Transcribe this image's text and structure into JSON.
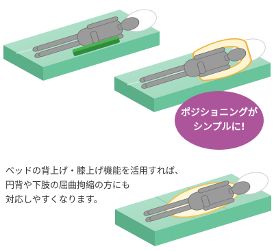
{
  "badge": {
    "line1": "ポジショニングが",
    "line2": "シンプルに!"
  },
  "description": {
    "lines": [
      "ベッドの背上げ・膝上げ機能を活用すれば、",
      "円背や下肢の屈曲拘縮の方にも",
      "対応しやすくなります。"
    ]
  },
  "colors": {
    "badge": "#ad559b",
    "badge_text": "#ffffff",
    "mattress_top": "#a8dcc3",
    "mattress_side": "#69c39b",
    "cushion_green": "#2e8d3c",
    "cushion_yellow_outline": "#f0b43a",
    "figure": "#9b9b9b"
  },
  "icons": {
    "figure": "sleeping-person-icon",
    "pillow": "pillow-icon",
    "cushion": "positioning-cushion-icon"
  }
}
